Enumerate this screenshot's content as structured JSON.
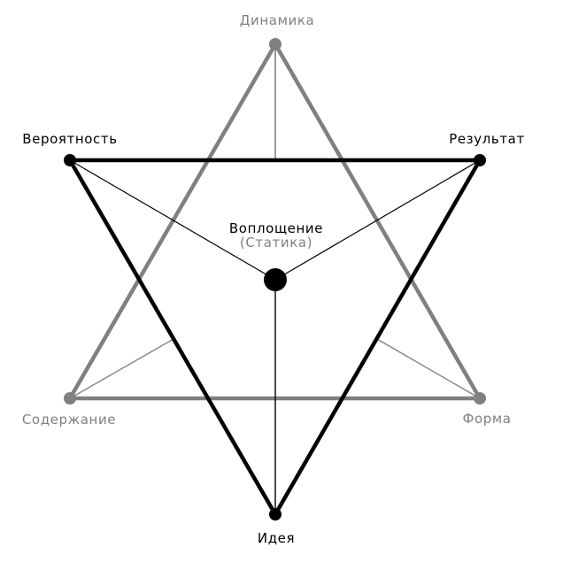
{
  "labels": {
    "dinamika": "Динамика",
    "veroyatnost": "Вероятность",
    "rezultat": "Результат",
    "voploshchenie": "Воплощение",
    "statika": "(Статика)",
    "soderzhanie": "Содержание",
    "forma": "Форма",
    "ideya": "Идея"
  },
  "colors": {
    "dark": "#000000",
    "gray": "#808080"
  }
}
